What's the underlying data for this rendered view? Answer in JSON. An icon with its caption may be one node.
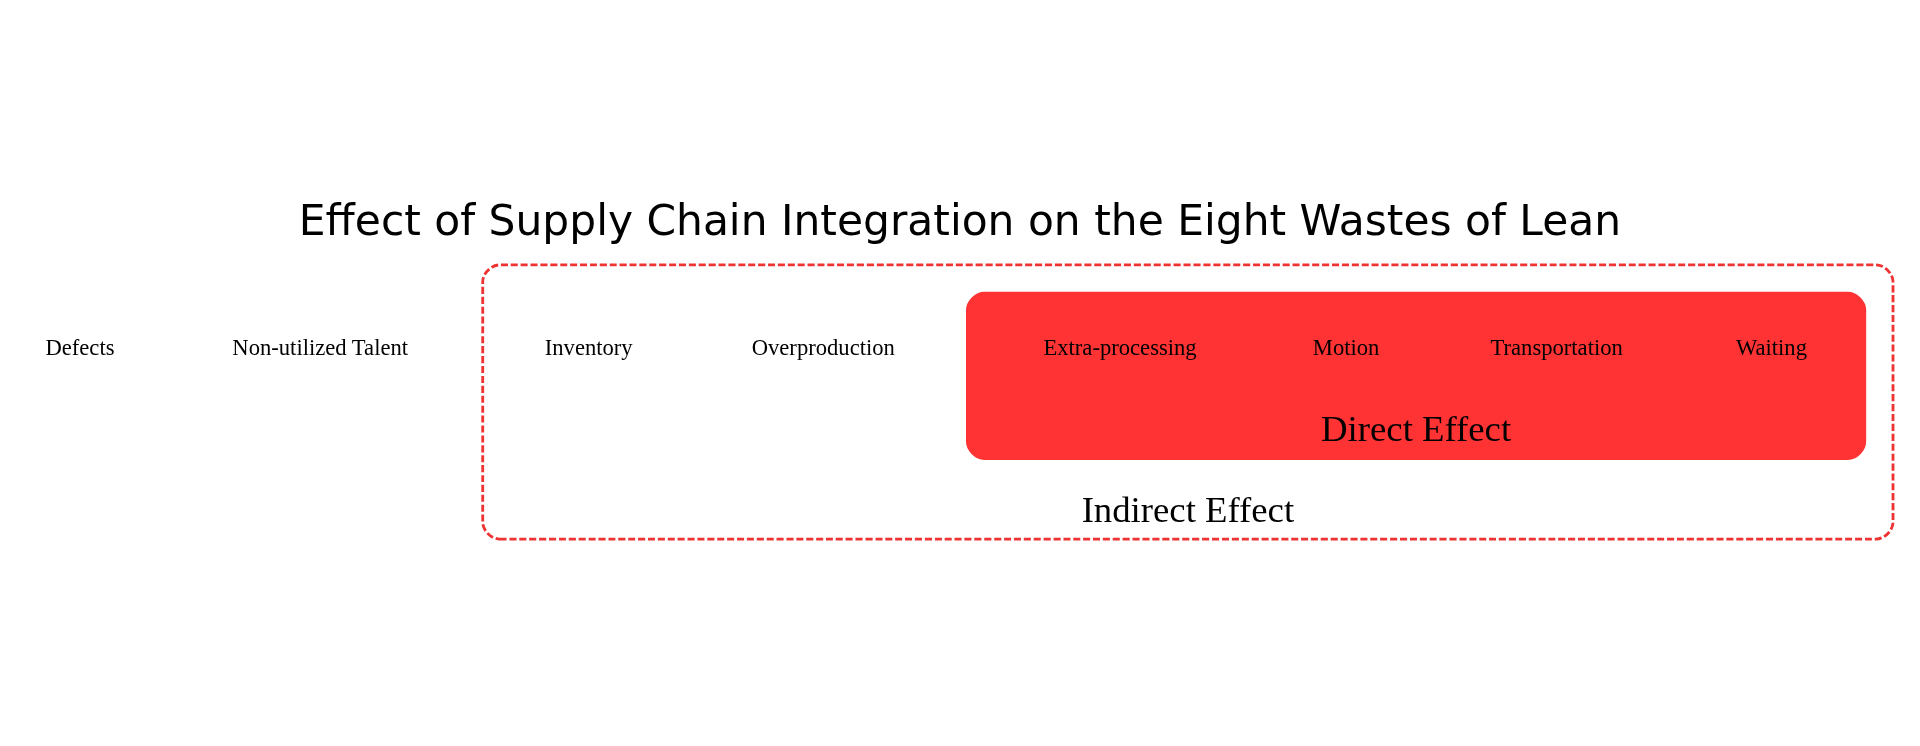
{
  "diagram": {
    "title": "Effect of Supply Chain Integration on the Eight Wastes of Lean",
    "nodes": [
      {
        "text": [
          "Defects"
        ]
      },
      {
        "text": [
          "Non-utilized Talent"
        ]
      },
      {
        "text": [
          "Indirect Effect"
        ]
      },
      {
        "text": [
          "Overproduction"
        ],
        "in": 2
      },
      {
        "text": [
          "Direct Effect"
        ],
        "in": 2
      },
      {
        "text": [
          "Waiting"
        ],
        "in": 4
      },
      {
        "text": [
          "Transportation"
        ],
        "in": 4
      },
      {
        "text": [
          "Motion"
        ],
        "in": 4
      },
      {
        "text": [
          "Extra-processing"
        ],
        "in": 4
      },
      {
        "text": [
          "Inventory"
        ],
        "in": 2
      }
    ],
    "edges": []
  }
}
